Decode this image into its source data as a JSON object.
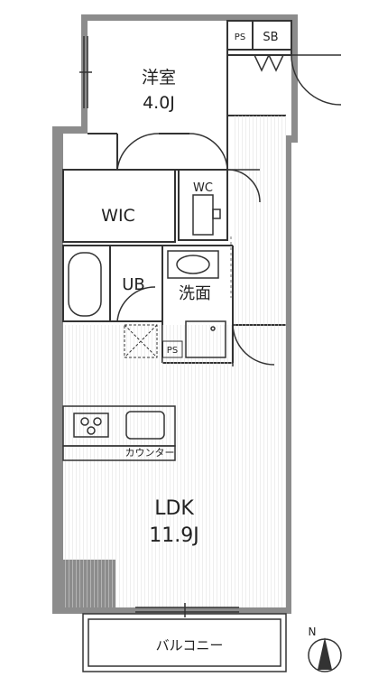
{
  "rooms": {
    "western": {
      "name": "洋室",
      "size": "4.0J"
    },
    "wic": "WIC",
    "wc": "WC",
    "ub": "UB",
    "washroom": "洗面",
    "ldk": {
      "name": "LDK",
      "size": "11.9J"
    },
    "balcony": "バルコニー"
  },
  "fixtures": {
    "ps_top": "PS",
    "sb": "SB",
    "ps_mid": "PS",
    "counter": "カウンター"
  },
  "compass": {
    "label": "N"
  },
  "colors": {
    "wall": "#8c8c8c",
    "line": "#333333",
    "hatch": "#d9d9d9",
    "background": "#ffffff"
  }
}
